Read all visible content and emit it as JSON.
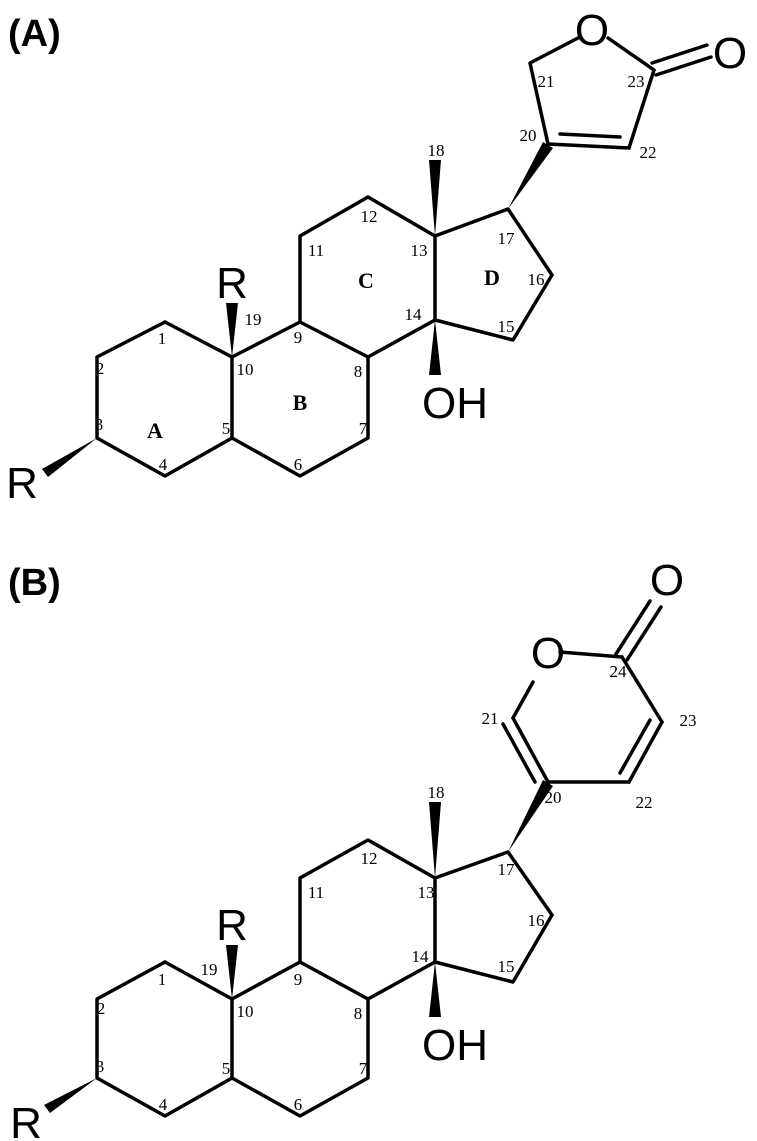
{
  "panels": [
    {
      "label": "(A)",
      "atoms": {
        "ring_oxygen": "O",
        "carbonyl_oxygen": "O",
        "r_top": "R",
        "r_left": "R",
        "hydroxyl": "OH"
      },
      "ring_labels": {
        "A": "A",
        "B": "B",
        "C": "C",
        "D": "D"
      },
      "carbon_numbers": [
        "1",
        "2",
        "3",
        "4",
        "5",
        "6",
        "7",
        "8",
        "9",
        "10",
        "11",
        "12",
        "13",
        "14",
        "15",
        "16",
        "17",
        "18",
        "19",
        "20",
        "21",
        "22",
        "23"
      ]
    },
    {
      "label": "(B)",
      "atoms": {
        "ring_oxygen": "O",
        "carbonyl_oxygen": "O",
        "r_top": "R",
        "r_left": "R",
        "hydroxyl": "OH"
      },
      "carbon_numbers": [
        "1",
        "2",
        "3",
        "4",
        "5",
        "6",
        "7",
        "8",
        "9",
        "10",
        "11",
        "12",
        "13",
        "14",
        "15",
        "16",
        "17",
        "18",
        "19",
        "20",
        "21",
        "22",
        "23",
        "24"
      ]
    }
  ]
}
